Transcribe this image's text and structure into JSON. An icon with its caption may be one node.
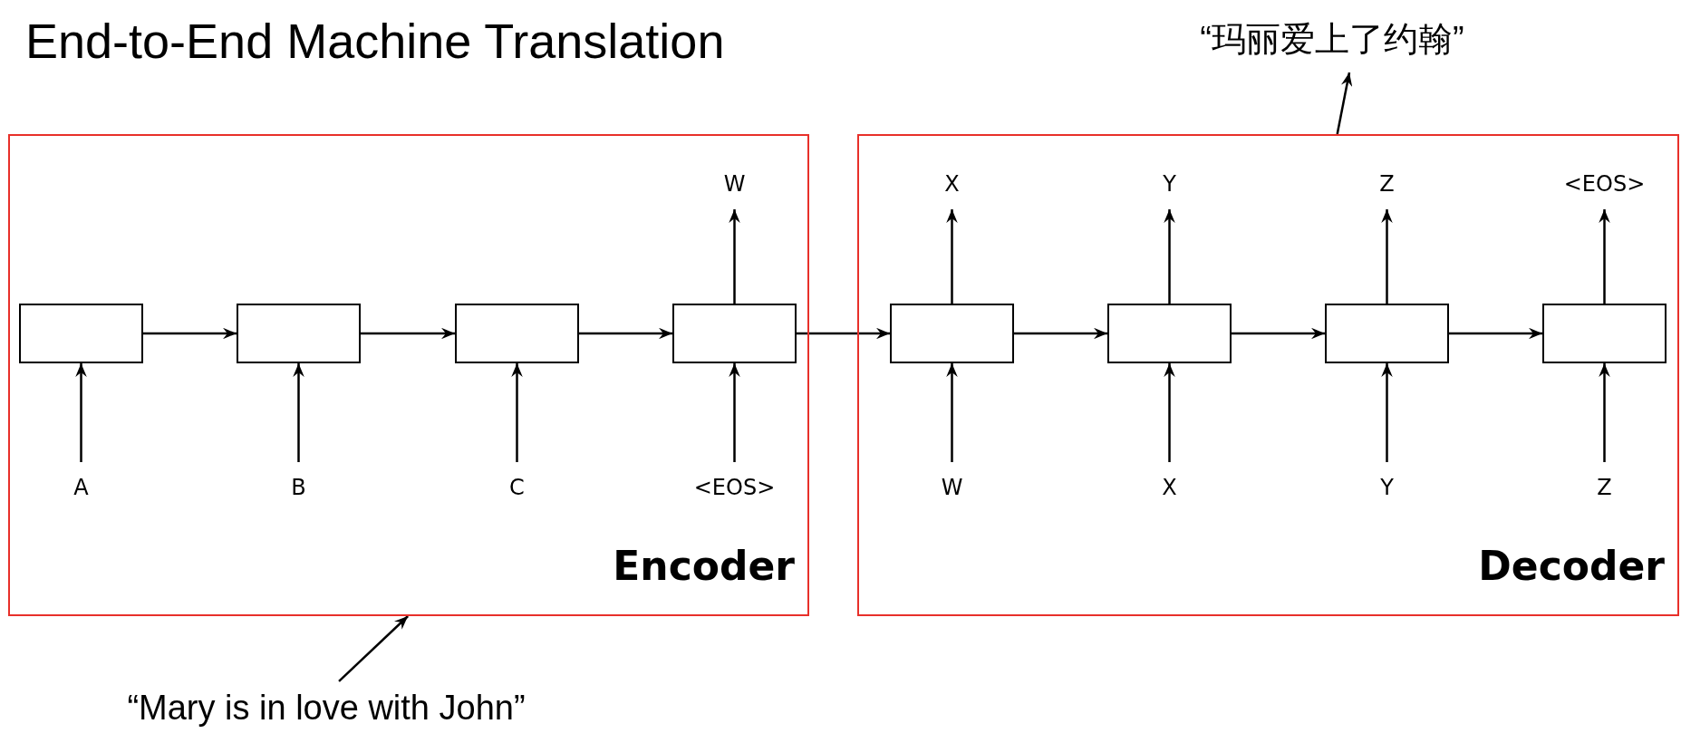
{
  "diagram": {
    "title": "End-to-End Machine Translation",
    "nodes": [
      {
        "text": [
          "Encoder"
        ]
      },
      {
        "text": [],
        "shape": "box",
        "in": 0
      },
      {
        "text": [],
        "shape": "box",
        "in": 0
      },
      {
        "text": [],
        "shape": "box",
        "in": 0
      },
      {
        "text": [],
        "shape": "box",
        "in": 0
      },
      {
        "text": [
          "A"
        ],
        "in": 0
      },
      {
        "text": [
          "B"
        ],
        "in": 0
      },
      {
        "text": [
          "C"
        ],
        "in": 0
      },
      {
        "text": [
          "<EOS>"
        ],
        "in": 0
      },
      {
        "text": [
          "W"
        ],
        "in": 0
      },
      {
        "text": [
          "Decoder"
        ]
      },
      {
        "text": [],
        "shape": "box",
        "in": 10
      },
      {
        "text": [],
        "shape": "box",
        "in": 10
      },
      {
        "text": [],
        "shape": "box",
        "in": 10
      },
      {
        "text": [],
        "shape": "box",
        "in": 10
      },
      {
        "text": [
          "W"
        ],
        "in": 10
      },
      {
        "text": [
          "X"
        ],
        "in": 10
      },
      {
        "text": [
          "Y"
        ],
        "in": 10
      },
      {
        "text": [
          "Z"
        ],
        "in": 10
      },
      {
        "text": [
          "X"
        ],
        "in": 10
      },
      {
        "text": [
          "Y"
        ],
        "in": 10
      },
      {
        "text": [
          "Z"
        ],
        "in": 10
      },
      {
        "text": [
          "<EOS>"
        ],
        "in": 10
      },
      {
        "text": [
          "“Mary is in love with John”"
        ]
      },
      {
        "text": [
          "“玛丽爱上了约翰”"
        ]
      }
    ],
    "edges": [
      {
        "from": 1,
        "to": 2,
        "arrow": "to"
      },
      {
        "from": 2,
        "to": 3,
        "arrow": "to"
      },
      {
        "from": 3,
        "to": 4,
        "arrow": "to"
      },
      {
        "from": 4,
        "to": 11,
        "arrow": "to"
      },
      {
        "from": 11,
        "to": 12,
        "arrow": "to"
      },
      {
        "from": 12,
        "to": 13,
        "arrow": "to"
      },
      {
        "from": 13,
        "to": 14,
        "arrow": "to"
      },
      {
        "from": 5,
        "to": 1,
        "arrow": "to"
      },
      {
        "from": 6,
        "to": 2,
        "arrow": "to"
      },
      {
        "from": 7,
        "to": 3,
        "arrow": "to"
      },
      {
        "from": 8,
        "to": 4,
        "arrow": "to"
      },
      {
        "from": 4,
        "to": 9,
        "arrow": "to"
      },
      {
        "from": 15,
        "to": 11,
        "arrow": "to"
      },
      {
        "from": 16,
        "to": 12,
        "arrow": "to"
      },
      {
        "from": 17,
        "to": 13,
        "arrow": "to"
      },
      {
        "from": 18,
        "to": 14,
        "arrow": "to"
      },
      {
        "from": 11,
        "to": 19,
        "arrow": "to"
      },
      {
        "from": 12,
        "to": 20,
        "arrow": "to"
      },
      {
        "from": 13,
        "to": 21,
        "arrow": "to"
      },
      {
        "from": 14,
        "to": 22,
        "arrow": "to"
      },
      {
        "from": 23,
        "to": 0,
        "arrow": "to"
      },
      {
        "from": 10,
        "to": 24,
        "arrow": "to"
      }
    ]
  }
}
